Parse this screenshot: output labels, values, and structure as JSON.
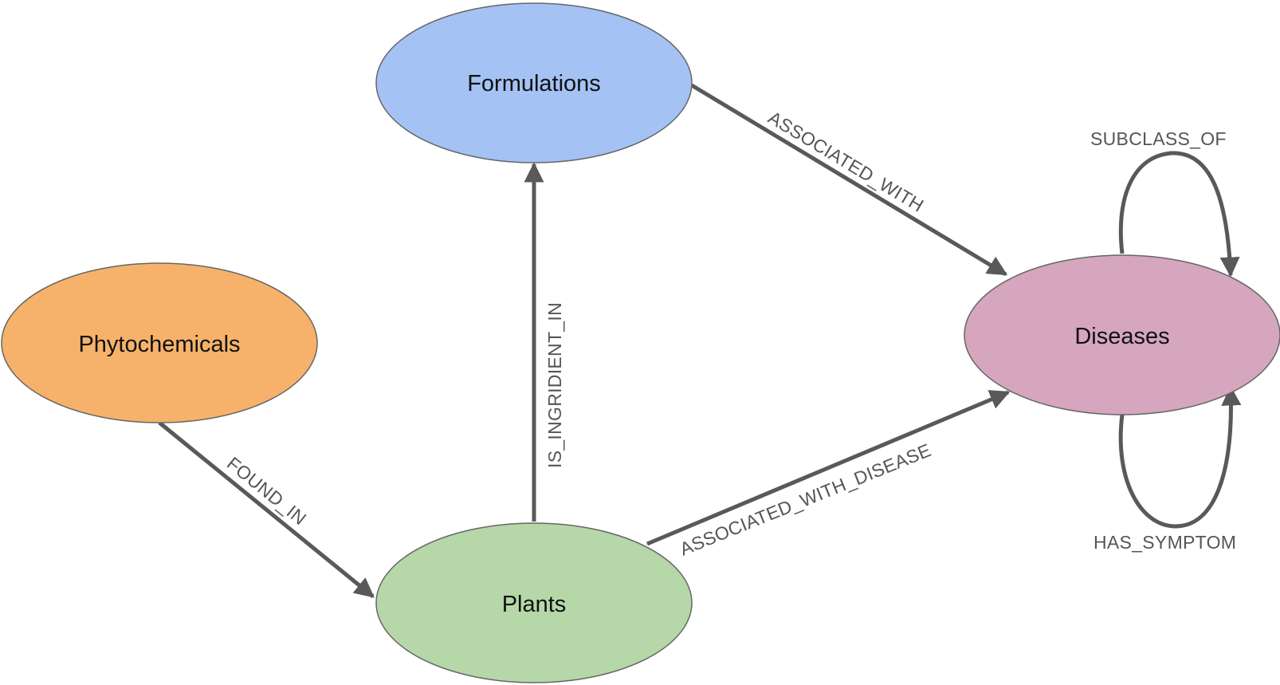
{
  "diagram": {
    "nodes": {
      "formulations": {
        "label": "Formulations",
        "color": "#a4c2f4"
      },
      "phytochemicals": {
        "label": "Phytochemicals",
        "color": "#f6b26b"
      },
      "plants": {
        "label": "Plants",
        "color": "#b6d7a8"
      },
      "diseases": {
        "label": "Diseases",
        "color": "#d5a6bd"
      }
    },
    "edges": {
      "associated_with": {
        "label": "ASSOCIATED_WITH",
        "from": "Formulations",
        "to": "Diseases"
      },
      "is_ingridient_in": {
        "label": "IS_INGRIDIENT_IN",
        "from": "Plants",
        "to": "Formulations"
      },
      "found_in": {
        "label": "FOUND_IN",
        "from": "Phytochemicals",
        "to": "Plants"
      },
      "associated_with_disease": {
        "label": "ASSOCIATED_WITH_DISEASE",
        "from": "Plants",
        "to": "Diseases"
      },
      "subclass_of": {
        "label": "SUBCLASS_OF",
        "from": "Diseases",
        "to": "Diseases"
      },
      "has_symptom": {
        "label": "HAS_SYMPTOM",
        "from": "Diseases",
        "to": "Diseases"
      }
    },
    "edge_color": "#595959"
  }
}
